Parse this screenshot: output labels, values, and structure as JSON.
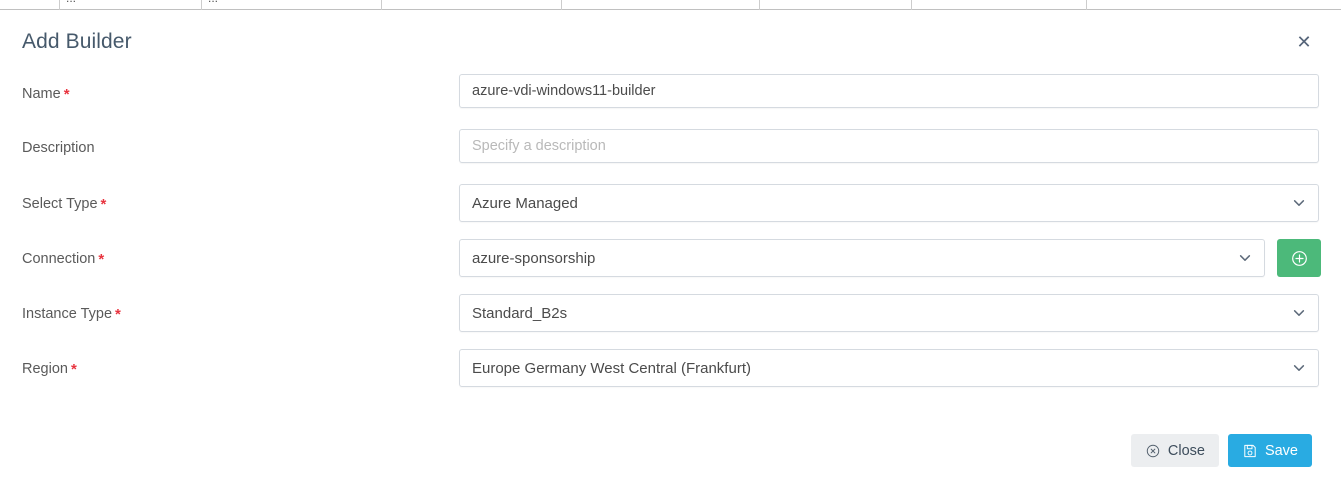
{
  "background": {
    "table_row_cells": [
      "",
      "...",
      "...",
      "",
      "",
      "",
      "",
      ""
    ]
  },
  "modal": {
    "title": "Add Builder",
    "close_icon": "close-x-icon",
    "fields": [
      {
        "label": "Name",
        "required": true,
        "type": "text",
        "value": "azure-vdi-windows11-builder",
        "placeholder": ""
      },
      {
        "label": "Description",
        "required": false,
        "type": "text",
        "value": "",
        "placeholder": "Specify a description"
      },
      {
        "label": "Select Type",
        "required": true,
        "type": "select",
        "value": "Azure Managed"
      },
      {
        "label": "Connection",
        "required": true,
        "type": "select-with-add",
        "value": "azure-sponsorship",
        "add_button_icon": "circle-plus-icon",
        "add_button_color": "#4cb97a"
      },
      {
        "label": "Instance Type",
        "required": true,
        "type": "select",
        "value": "Standard_B2s"
      },
      {
        "label": "Region",
        "required": true,
        "type": "select",
        "value": "Europe Germany West Central (Frankfurt)"
      }
    ],
    "footer": {
      "close_label": "Close",
      "close_icon": "circle-x-icon",
      "save_label": "Save",
      "save_icon": "floppy-disk-save-icon",
      "save_color": "#29abe2",
      "close_color": "#eceef0"
    },
    "required_marker": "*",
    "required_marker_color": "#e8343f",
    "chevron_icon": "chevron-down-icon",
    "title_color": "#46596b"
  }
}
